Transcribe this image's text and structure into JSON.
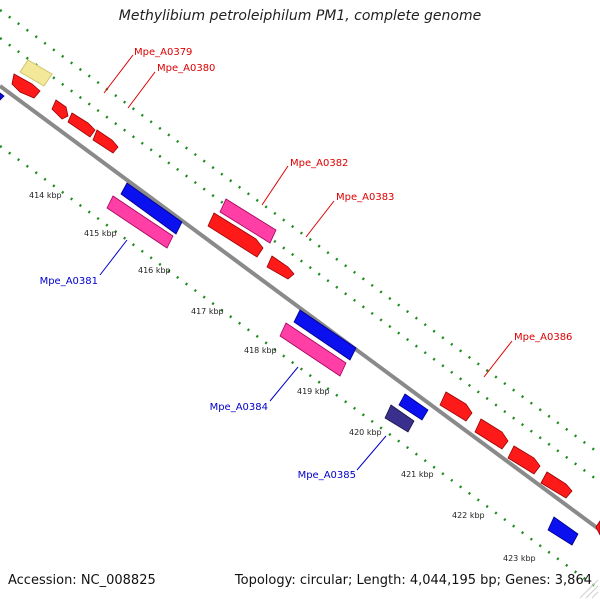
{
  "title": "Methylibium petroleiphilum PM1, complete genome",
  "footer": {
    "accession": "Accession: NC_008825",
    "stats": "Topology: circular; Length: 4,044,195 bp; Genes: 3,864"
  },
  "ticks": [
    "414 kbp",
    "415 kbp",
    "416 kbp",
    "417 kbp",
    "418 kbp",
    "419 kbp",
    "420 kbp",
    "421 kbp",
    "422 kbp",
    "423 kbp"
  ],
  "gene_labels": {
    "A0379": "Mpe_A0379",
    "A0380": "Mpe_A0380",
    "A0381": "Mpe_A0381",
    "A0382": "Mpe_A0382",
    "A0383": "Mpe_A0383",
    "A0384": "Mpe_A0384",
    "A0385": "Mpe_A0385",
    "A0386": "Mpe_A0386"
  },
  "colors": {
    "red": "#ff1a1a",
    "pink": "#ff3fa6",
    "blue": "#0a10ee",
    "purple": "#3a2f8c",
    "yellow": "#f3e89a",
    "backbone": "#8a8a8a",
    "dots": "#1f8a1f",
    "red_label": "#dd0000",
    "blue_label": "#0000cc"
  }
}
